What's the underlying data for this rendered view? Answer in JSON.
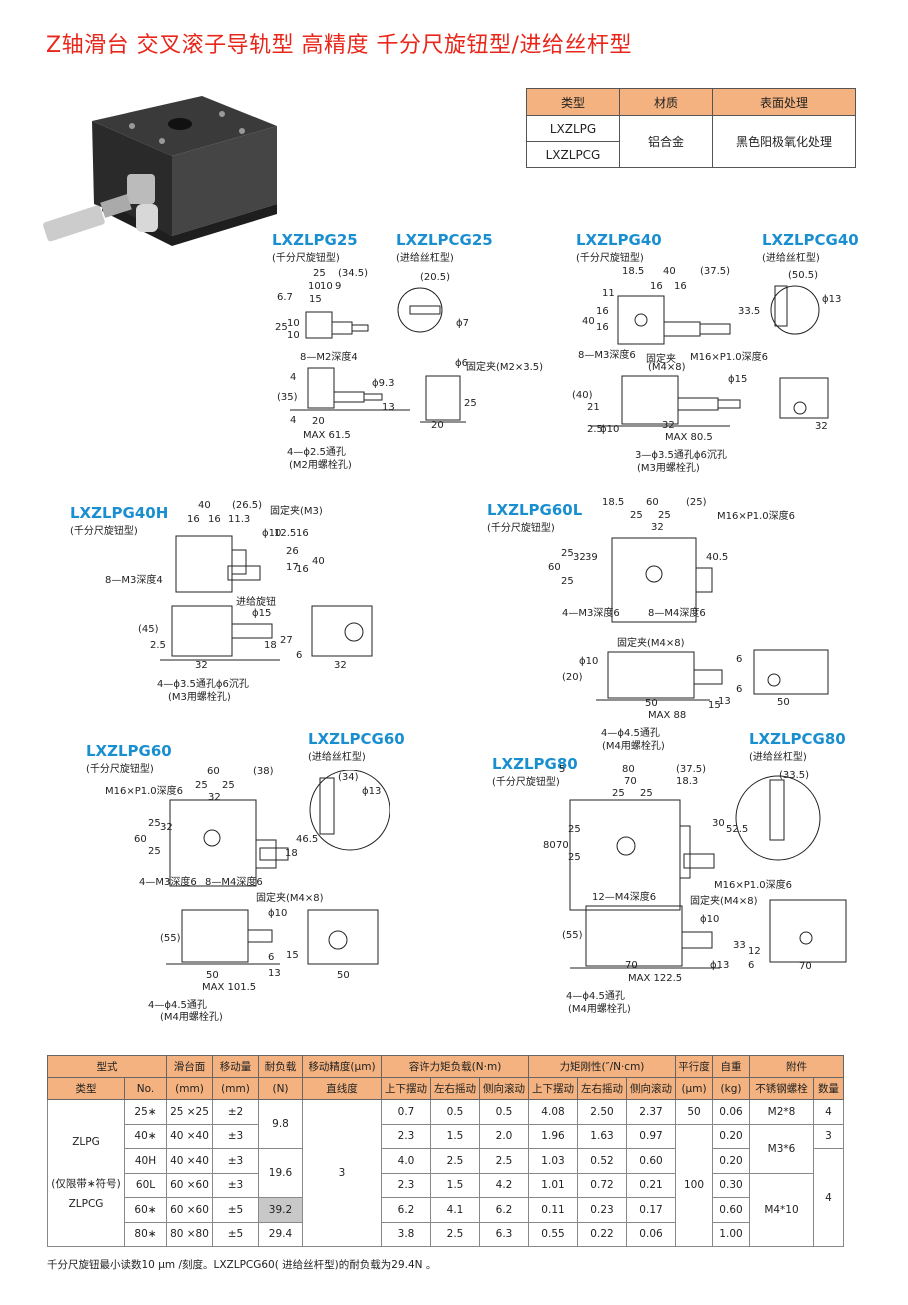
{
  "title": "Z轴滑台 交叉滚子导轨型 高精度 千分尺旋钮型/进给丝杆型",
  "type_table": {
    "headers": [
      "类型",
      "材质",
      "表面处理"
    ],
    "types": [
      "LXZLPG",
      "LXZLPCG"
    ],
    "material": "铝合金",
    "surface": "黑色阳极氧化处理"
  },
  "drawings": [
    {
      "model": "LXZLPG25",
      "sub": "(千分尺旋钮型)"
    },
    {
      "model": "LXZLPCG25",
      "sub": "(进给丝杠型)"
    },
    {
      "model": "LXZLPG40",
      "sub": "(千分尺旋钮型)"
    },
    {
      "model": "LXZLPCG40",
      "sub": "(进给丝杠型)"
    },
    {
      "model": "LXZLPG40H",
      "sub": "(千分尺旋钮型)"
    },
    {
      "model": "LXZLPG60L",
      "sub": "(千分尺旋钮型)"
    },
    {
      "model": "LXZLPG60",
      "sub": "(千分尺旋钮型)"
    },
    {
      "model": "LXZLPCG60",
      "sub": "(进给丝杠型)"
    },
    {
      "model": "LXZLPG80",
      "sub": "(千分尺旋钮型)"
    },
    {
      "model": "LXZLPCG80",
      "sub": "(进给丝杠型)"
    }
  ],
  "dims": {
    "g25": [
      "25",
      "(34.5)",
      "10",
      "10",
      "9",
      "15",
      "6.7",
      "25",
      "10",
      "10",
      "8—M2深度4",
      "(20.5)",
      "ϕ7",
      "ϕ6",
      "固定夹(M2×3.5)",
      "4",
      "ϕ9.3",
      "(35)",
      "13",
      "4",
      "20",
      "MAX 61.5",
      "4—ϕ2.5通孔",
      "(M2用螺栓孔)",
      "25",
      "20"
    ],
    "g40": [
      "18.5",
      "40",
      "(37.5)",
      "16",
      "16",
      "11",
      "40",
      "16",
      "16",
      "33.5",
      "8—M3深度6",
      "固定夹",
      "(M4×8)",
      "M16×P1.0深度6",
      "(50.5)",
      "ϕ13",
      "ϕ15",
      "(40)",
      "21",
      "2.5",
      "ϕ10",
      "32",
      "MAX 80.5",
      "3—ϕ3.5通孔ϕ6沉孔",
      "(M3用螺栓孔)",
      "32"
    ],
    "g40h": [
      "40",
      "(26.5)",
      "16",
      "16",
      "11.3",
      "固定夹(M3)",
      "ϕ10",
      "12.5",
      "16",
      "16",
      "26",
      "17",
      "40",
      "8—M3深度4",
      "进给旋钮",
      "ϕ15",
      "(45)",
      "2.5",
      "18",
      "27",
      "6",
      "32",
      "32",
      "4—ϕ3.5通孔ϕ6沉孔",
      "(M3用螺栓孔)"
    ],
    "g60l": [
      "18.5",
      "60",
      "(25)",
      "25",
      "25",
      "32",
      "M16×P1.0深度6",
      "60",
      "25",
      "25",
      "32",
      "39",
      "40.5",
      "4—M3深度6",
      "8—M4深度6",
      "固定夹(M4×8)",
      "ϕ10",
      "(20)",
      "6",
      "6",
      "50",
      "MAX 88",
      "15",
      "13",
      "50",
      "4—ϕ4.5通孔",
      "(M4用螺栓孔)"
    ],
    "g60": [
      "60",
      "(38)",
      "M16×P1.0深度6",
      "25",
      "25",
      "32",
      "(34)",
      "ϕ13",
      "60",
      "25",
      "25",
      "32",
      "18",
      "46.5",
      "4—M3深度6",
      "8—M4深度6",
      "固定夹(M4×8)",
      "ϕ10",
      "(55)",
      "6",
      "13",
      "15",
      "50",
      "MAX 101.5",
      "4—ϕ4.5通孔",
      "(M4用螺栓孔)",
      "50"
    ],
    "g80": [
      "5",
      "80",
      "(37.5)",
      "70",
      "18.3",
      "25",
      "25",
      "(33.5)",
      "80",
      "70",
      "25",
      "25",
      "30",
      "52.5",
      "M16×P1.0深度6",
      "12—M4深度6",
      "固定夹(M4×8)",
      "ϕ10",
      "(55)",
      "33",
      "12",
      "6",
      "70",
      "MAX 122.5",
      "ϕ13",
      "4—ϕ4.5通孔",
      "(M4用螺栓孔)",
      "70"
    ]
  },
  "spec_table": {
    "head1": [
      "型式",
      "滑台面",
      "移动量",
      "耐负载",
      "移动精度(μm)",
      "容许力矩负载(N·m)",
      "力矩刚性(″/N·cm)",
      "平行度",
      "自重",
      "附件"
    ],
    "head2": [
      "类型",
      "No.",
      "(mm)",
      "(mm)",
      "(N)",
      "直线度",
      "上下摆动",
      "左右摇动",
      "侧向滚动",
      "上下摆动",
      "左右摇动",
      "侧向滚动",
      "(μm)",
      "(kg)",
      "不锈钢螺栓",
      "数量"
    ],
    "type_label": [
      "ZLPG",
      "(仅限带∗符号)",
      "ZLPCG"
    ],
    "rows": [
      {
        "no": "25∗",
        "face": "25 ×25",
        "travel": "±2",
        "m1": "0.7",
        "m2": "0.5",
        "m3": "0.5",
        "r1": "4.08",
        "r2": "2.50",
        "r3": "2.37",
        "weight": "0.06"
      },
      {
        "no": "40∗",
        "face": "40 ×40",
        "travel": "±3",
        "m1": "2.3",
        "m2": "1.5",
        "m3": "2.0",
        "r1": "1.96",
        "r2": "1.63",
        "r3": "0.97",
        "weight": "0.20"
      },
      {
        "no": "40H",
        "face": "40 ×40",
        "travel": "±3",
        "m1": "4.0",
        "m2": "2.5",
        "m3": "2.5",
        "r1": "1.03",
        "r2": "0.52",
        "r3": "0.60",
        "weight": "0.20"
      },
      {
        "no": "60L",
        "face": "60 ×60",
        "travel": "±3",
        "m1": "2.3",
        "m2": "1.5",
        "m3": "4.2",
        "r1": "1.01",
        "r2": "0.72",
        "r3": "0.21",
        "weight": "0.30"
      },
      {
        "no": "60∗",
        "face": "60 ×60",
        "travel": "±5",
        "m1": "6.2",
        "m2": "4.1",
        "m3": "6.2",
        "r1": "0.11",
        "r2": "0.23",
        "r3": "0.17",
        "weight": "0.60"
      },
      {
        "no": "80∗",
        "face": "80 ×80",
        "travel": "±5",
        "m1": "3.8",
        "m2": "2.5",
        "m3": "6.3",
        "r1": "0.55",
        "r2": "0.22",
        "r3": "0.06",
        "weight": "1.00"
      }
    ],
    "load": [
      "9.8",
      "19.6",
      "39.2",
      "29.4"
    ],
    "straightness": "3",
    "parallel": [
      "50",
      "100"
    ],
    "bolts": [
      "M2*8",
      "M3*6",
      "M4*10"
    ],
    "qty": [
      "4",
      "3",
      "4"
    ]
  },
  "note": "千分尺旋钮最小读数10 μm /刻度。LXZLPCG60( 进给丝杆型)的耐负载为29.4N 。"
}
